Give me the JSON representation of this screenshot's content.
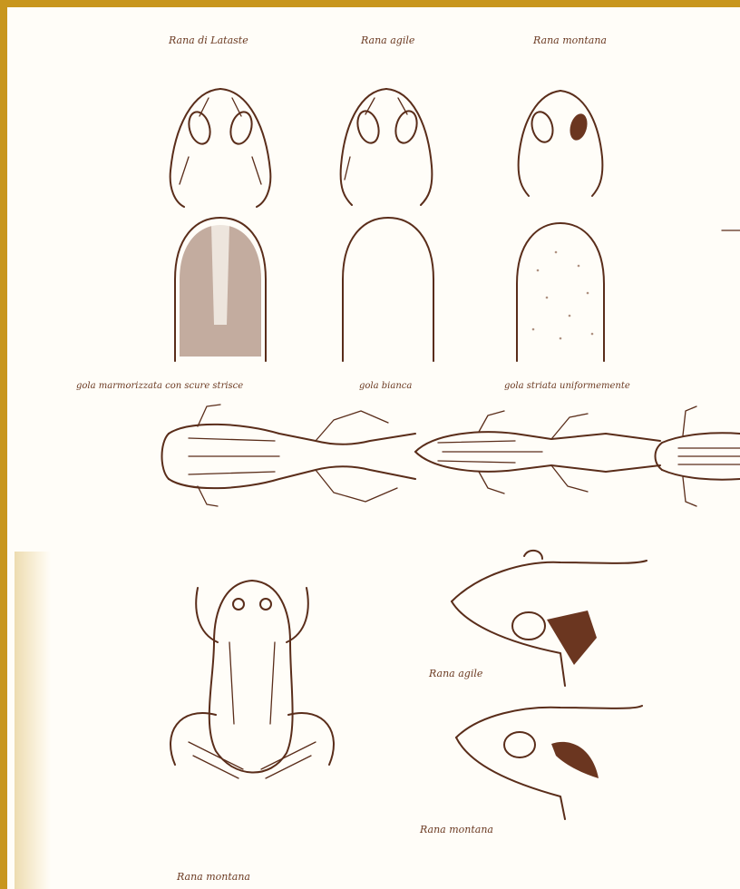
{
  "labels": {
    "head_title_1": "Rana di Lataste",
    "head_title_2": "Rana agile",
    "head_title_3": "Rana montana",
    "throat_caption_1": "gola marmorizzata con scure strisce",
    "throat_caption_2": "gola bianca",
    "throat_caption_3": "gola striata uniformemente",
    "side_label_agile": "Rana agile",
    "side_label_montana": "Rana montana",
    "bottom_label": "Rana montana"
  },
  "colors": {
    "frame": "#c8961e",
    "ink": "#5a2d1a",
    "label": "#6b3a22",
    "paper": "#fffdf8"
  }
}
